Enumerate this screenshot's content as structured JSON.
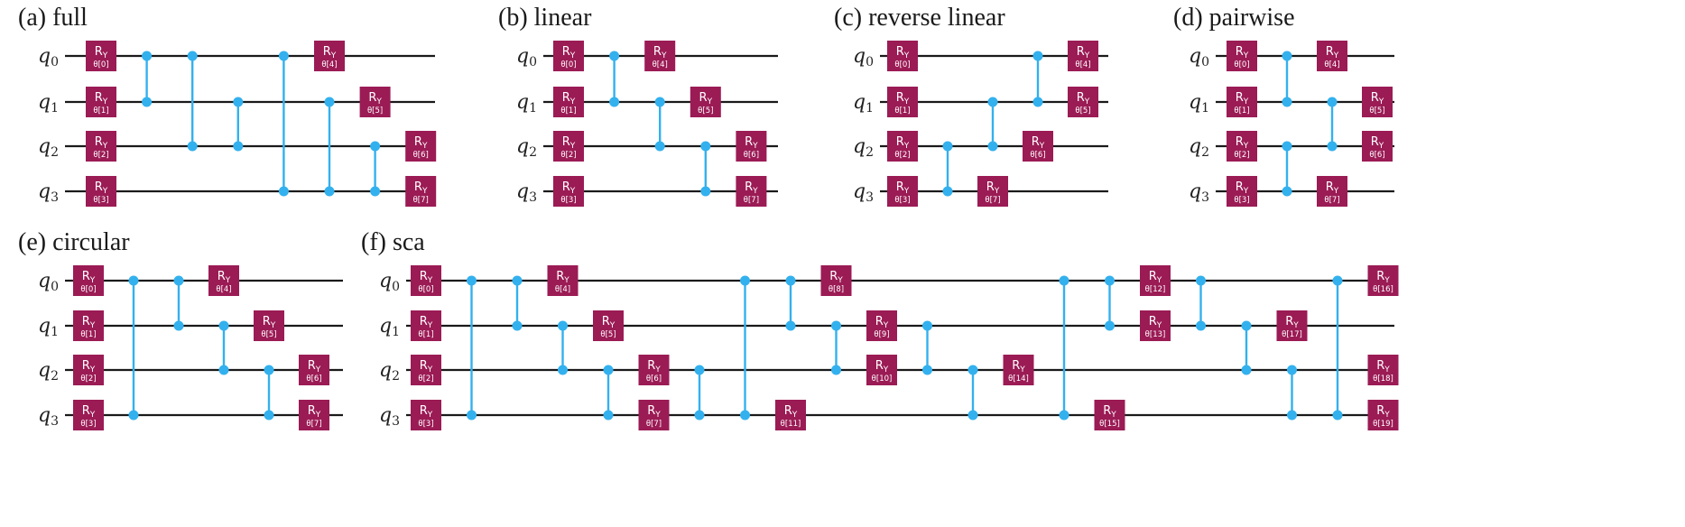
{
  "gate_color": "#9b1b55",
  "cz_color": "#33b1ee",
  "wire_color": "#1a1a1a",
  "qubits": [
    "q",
    "q",
    "q",
    "q"
  ],
  "qubit_indices": [
    "0",
    "1",
    "2",
    "3"
  ],
  "gate_name": "R",
  "gate_sub": "Y",
  "panels": [
    {
      "id": "a",
      "title": "(a) full",
      "ops": [
        {
          "t": "g",
          "q": 0,
          "c": 0,
          "p": "θ[0]"
        },
        {
          "t": "g",
          "q": 1,
          "c": 0,
          "p": "θ[1]"
        },
        {
          "t": "g",
          "q": 2,
          "c": 0,
          "p": "θ[2]"
        },
        {
          "t": "g",
          "q": 3,
          "c": 0,
          "p": "θ[3]"
        },
        {
          "t": "cz",
          "a": 0,
          "b": 1,
          "c": 1
        },
        {
          "t": "cz",
          "a": 0,
          "b": 2,
          "c": 2
        },
        {
          "t": "cz",
          "a": 1,
          "b": 2,
          "c": 3
        },
        {
          "t": "cz",
          "a": 0,
          "b": 3,
          "c": 4
        },
        {
          "t": "g",
          "q": 0,
          "c": 5,
          "p": "θ[4]"
        },
        {
          "t": "cz",
          "a": 1,
          "b": 3,
          "c": 5
        },
        {
          "t": "g",
          "q": 1,
          "c": 6,
          "p": "θ[5]"
        },
        {
          "t": "cz",
          "a": 2,
          "b": 3,
          "c": 6
        },
        {
          "t": "g",
          "q": 2,
          "c": 7,
          "p": "θ[6]"
        },
        {
          "t": "g",
          "q": 3,
          "c": 7,
          "p": "θ[7]"
        }
      ]
    },
    {
      "id": "b",
      "title": "(b) linear",
      "ops": [
        {
          "t": "g",
          "q": 0,
          "c": 0,
          "p": "θ[0]"
        },
        {
          "t": "g",
          "q": 1,
          "c": 0,
          "p": "θ[1]"
        },
        {
          "t": "g",
          "q": 2,
          "c": 0,
          "p": "θ[2]"
        },
        {
          "t": "g",
          "q": 3,
          "c": 0,
          "p": "θ[3]"
        },
        {
          "t": "cz",
          "a": 0,
          "b": 1,
          "c": 1
        },
        {
          "t": "g",
          "q": 0,
          "c": 2,
          "p": "θ[4]"
        },
        {
          "t": "cz",
          "a": 1,
          "b": 2,
          "c": 2
        },
        {
          "t": "g",
          "q": 1,
          "c": 3,
          "p": "θ[5]"
        },
        {
          "t": "cz",
          "a": 2,
          "b": 3,
          "c": 3
        },
        {
          "t": "g",
          "q": 2,
          "c": 4,
          "p": "θ[6]"
        },
        {
          "t": "g",
          "q": 3,
          "c": 4,
          "p": "θ[7]"
        }
      ]
    },
    {
      "id": "c",
      "title": "(c) reverse linear",
      "ops": [
        {
          "t": "g",
          "q": 0,
          "c": 0,
          "p": "θ[0]"
        },
        {
          "t": "g",
          "q": 1,
          "c": 0,
          "p": "θ[1]"
        },
        {
          "t": "g",
          "q": 2,
          "c": 0,
          "p": "θ[2]"
        },
        {
          "t": "g",
          "q": 3,
          "c": 0,
          "p": "θ[3]"
        },
        {
          "t": "cz",
          "a": 2,
          "b": 3,
          "c": 1
        },
        {
          "t": "g",
          "q": 3,
          "c": 2,
          "p": "θ[7]"
        },
        {
          "t": "cz",
          "a": 1,
          "b": 2,
          "c": 2
        },
        {
          "t": "g",
          "q": 2,
          "c": 3,
          "p": "θ[6]"
        },
        {
          "t": "cz",
          "a": 0,
          "b": 1,
          "c": 3
        },
        {
          "t": "g",
          "q": 0,
          "c": 4,
          "p": "θ[4]"
        },
        {
          "t": "g",
          "q": 1,
          "c": 4,
          "p": "θ[5]"
        }
      ]
    },
    {
      "id": "d",
      "title": "(d) pairwise",
      "ops": [
        {
          "t": "g",
          "q": 0,
          "c": 0,
          "p": "θ[0]"
        },
        {
          "t": "g",
          "q": 1,
          "c": 0,
          "p": "θ[1]"
        },
        {
          "t": "g",
          "q": 2,
          "c": 0,
          "p": "θ[2]"
        },
        {
          "t": "g",
          "q": 3,
          "c": 0,
          "p": "θ[3]"
        },
        {
          "t": "cz",
          "a": 0,
          "b": 1,
          "c": 1
        },
        {
          "t": "cz",
          "a": 2,
          "b": 3,
          "c": 1
        },
        {
          "t": "g",
          "q": 0,
          "c": 2,
          "p": "θ[4]"
        },
        {
          "t": "g",
          "q": 3,
          "c": 2,
          "p": "θ[7]"
        },
        {
          "t": "cz",
          "a": 1,
          "b": 2,
          "c": 2
        },
        {
          "t": "g",
          "q": 1,
          "c": 3,
          "p": "θ[5]"
        },
        {
          "t": "g",
          "q": 2,
          "c": 3,
          "p": "θ[6]"
        }
      ]
    },
    {
      "id": "e",
      "title": "(e) circular",
      "ops": [
        {
          "t": "g",
          "q": 0,
          "c": 0,
          "p": "θ[0]"
        },
        {
          "t": "g",
          "q": 1,
          "c": 0,
          "p": "θ[1]"
        },
        {
          "t": "g",
          "q": 2,
          "c": 0,
          "p": "θ[2]"
        },
        {
          "t": "g",
          "q": 3,
          "c": 0,
          "p": "θ[3]"
        },
        {
          "t": "cz",
          "a": 0,
          "b": 3,
          "c": 1
        },
        {
          "t": "cz",
          "a": 0,
          "b": 1,
          "c": 2
        },
        {
          "t": "g",
          "q": 0,
          "c": 3,
          "p": "θ[4]"
        },
        {
          "t": "cz",
          "a": 1,
          "b": 2,
          "c": 3
        },
        {
          "t": "g",
          "q": 1,
          "c": 4,
          "p": "θ[5]"
        },
        {
          "t": "cz",
          "a": 2,
          "b": 3,
          "c": 4
        },
        {
          "t": "g",
          "q": 2,
          "c": 5,
          "p": "θ[6]"
        },
        {
          "t": "g",
          "q": 3,
          "c": 5,
          "p": "θ[7]"
        }
      ]
    },
    {
      "id": "f",
      "title": "(f) sca",
      "ops": [
        {
          "t": "g",
          "q": 0,
          "c": 0,
          "p": "θ[0]"
        },
        {
          "t": "g",
          "q": 1,
          "c": 0,
          "p": "θ[1]"
        },
        {
          "t": "g",
          "q": 2,
          "c": 0,
          "p": "θ[2]"
        },
        {
          "t": "g",
          "q": 3,
          "c": 0,
          "p": "θ[3]"
        },
        {
          "t": "cz",
          "a": 0,
          "b": 3,
          "c": 1
        },
        {
          "t": "cz",
          "a": 0,
          "b": 1,
          "c": 2
        },
        {
          "t": "g",
          "q": 0,
          "c": 3,
          "p": "θ[4]"
        },
        {
          "t": "cz",
          "a": 1,
          "b": 2,
          "c": 3
        },
        {
          "t": "g",
          "q": 1,
          "c": 4,
          "p": "θ[5]"
        },
        {
          "t": "cz",
          "a": 2,
          "b": 3,
          "c": 4
        },
        {
          "t": "g",
          "q": 2,
          "c": 5,
          "p": "θ[6]"
        },
        {
          "t": "g",
          "q": 3,
          "c": 5,
          "p": "θ[7]"
        },
        {
          "t": "cz",
          "a": 2,
          "b": 3,
          "c": 6
        },
        {
          "t": "cz",
          "a": 0,
          "b": 3,
          "c": 7
        },
        {
          "t": "cz",
          "a": 0,
          "b": 1,
          "c": 8
        },
        {
          "t": "g",
          "q": 3,
          "c": 8,
          "p": "θ[11]"
        },
        {
          "t": "g",
          "q": 0,
          "c": 9,
          "p": "θ[8]"
        },
        {
          "t": "cz",
          "a": 1,
          "b": 2,
          "c": 9
        },
        {
          "t": "g",
          "q": 1,
          "c": 10,
          "p": "θ[9]"
        },
        {
          "t": "g",
          "q": 2,
          "c": 10,
          "p": "θ[10]"
        },
        {
          "t": "cz",
          "a": 1,
          "b": 2,
          "c": 11
        },
        {
          "t": "cz",
          "a": 2,
          "b": 3,
          "c": 12
        },
        {
          "t": "g",
          "q": 2,
          "c": 13,
          "p": "θ[14]"
        },
        {
          "t": "cz",
          "a": 0,
          "b": 3,
          "c": 14
        },
        {
          "t": "g",
          "q": 3,
          "c": 15,
          "p": "θ[15]"
        },
        {
          "t": "cz",
          "a": 0,
          "b": 1,
          "c": 15
        },
        {
          "t": "g",
          "q": 0,
          "c": 16,
          "p": "θ[12]"
        },
        {
          "t": "g",
          "q": 1,
          "c": 16,
          "p": "θ[13]"
        },
        {
          "t": "cz",
          "a": 0,
          "b": 1,
          "c": 17
        },
        {
          "t": "cz",
          "a": 1,
          "b": 2,
          "c": 18
        },
        {
          "t": "g",
          "q": 1,
          "c": 19,
          "p": "θ[17]"
        },
        {
          "t": "cz",
          "a": 2,
          "b": 3,
          "c": 19
        },
        {
          "t": "cz",
          "a": 0,
          "b": 3,
          "c": 20
        },
        {
          "t": "g",
          "q": 0,
          "c": 21,
          "p": "θ[16]"
        },
        {
          "t": "g",
          "q": 2,
          "c": 21,
          "p": "θ[18]"
        },
        {
          "t": "g",
          "q": 3,
          "c": 21,
          "p": "θ[19]"
        }
      ]
    }
  ]
}
